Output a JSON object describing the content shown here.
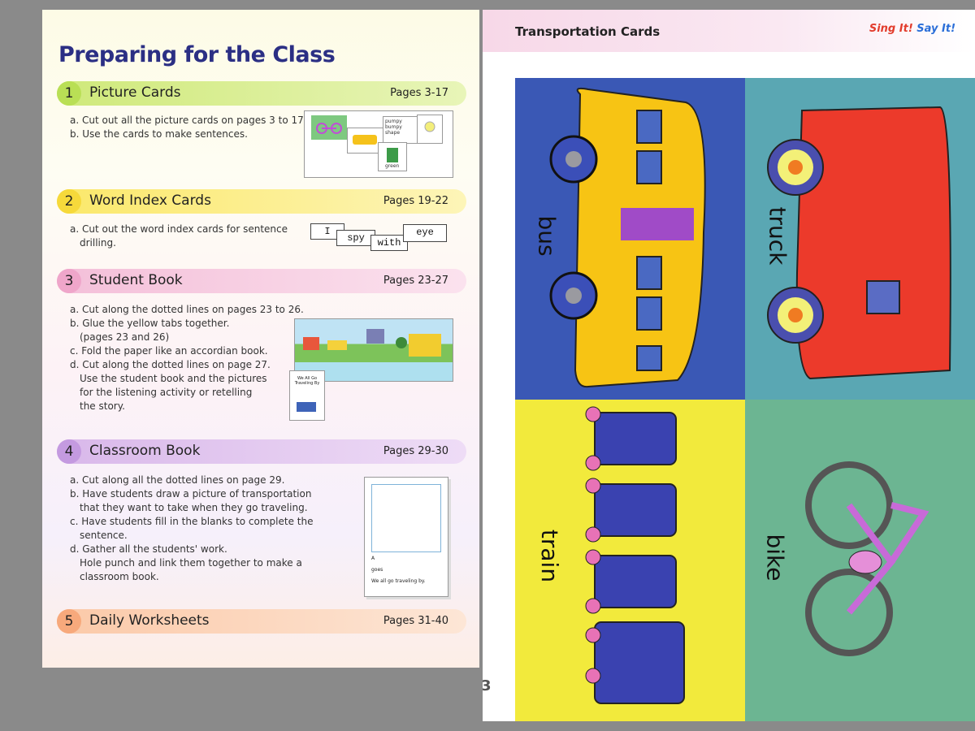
{
  "left": {
    "title": "Preparing for the Class",
    "sections": [
      {
        "num": "1",
        "title": "Picture Cards",
        "pages": "Pages 3-17",
        "color": "#cfe97a",
        "steps": [
          "a. Cut out all the picture cards on pages 3 to 17.",
          "b. Use the cards to make sentences."
        ]
      },
      {
        "num": "2",
        "title": "Word Index Cards",
        "pages": "Pages 19-22",
        "color": "#fbe86a",
        "steps": [
          "a. Cut out the word index cards for sentence",
          "    drilling."
        ]
      },
      {
        "num": "3",
        "title": "Student Book",
        "pages": "Pages 23-27",
        "color": "#f4bfd9",
        "steps": [
          "a. Cut along the dotted lines on pages 23 to 26.",
          "b. Glue the yellow tabs together.",
          "    (pages 23 and 26)",
          "c. Fold the paper like an accordian book.",
          "d. Cut along the dotted lines on page 27.",
          "    Use the student book and the pictures",
          "    for the listening activity or retelling",
          "    the story."
        ]
      },
      {
        "num": "4",
        "title": "Classroom Book",
        "pages": "Pages 29-30",
        "color": "#d9b8ea",
        "steps": [
          "a. Cut along all the dotted lines on page 29.",
          "b. Have students draw a picture of transportation",
          "    that they want to take when they go traveling.",
          "c. Have students fill in the blanks to complete the",
          "    sentence.",
          "d. Gather all the students' work.",
          "    Hole punch and link them together to make a",
          "    classroom book."
        ]
      },
      {
        "num": "5",
        "title": "Daily Worksheets",
        "pages": "Pages 31-40",
        "color": "#fbc9a8",
        "steps": []
      }
    ],
    "word_cards": [
      "I",
      "spy",
      "with",
      "eye"
    ],
    "mini_card_labels": [
      "bike",
      "bus",
      "green"
    ],
    "mini_card_text": [
      "pumpy",
      "bumpy",
      "shape"
    ],
    "student_book_caption": [
      "We All Go",
      "Traveling By"
    ],
    "classroom_form": [
      "A",
      "goes",
      "We all go traveling by."
    ]
  },
  "right": {
    "header_title": "Transportation Cards",
    "logo_part1": "Sing It!",
    "logo_part2": "Say It!",
    "page_number": "3",
    "cards": [
      {
        "label": "bus",
        "bg": "#3a58b5"
      },
      {
        "label": "truck",
        "bg": "#5aa7b3"
      },
      {
        "label": "train",
        "bg": "#f2ea3c"
      },
      {
        "label": "bike",
        "bg": "#6cb592"
      }
    ]
  }
}
